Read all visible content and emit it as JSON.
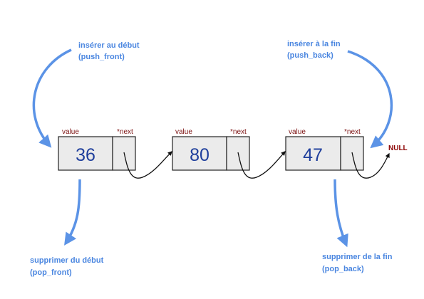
{
  "nodes": [
    {
      "value_label": "value",
      "next_label": "*next",
      "value": "36"
    },
    {
      "value_label": "value",
      "next_label": "*next",
      "value": "80"
    },
    {
      "value_label": "value",
      "next_label": "*next",
      "value": "47"
    }
  ],
  "null_label": "NULL",
  "annotations": {
    "push_front": {
      "line1": "insérer au début",
      "line2": "(push_front)"
    },
    "push_back": {
      "line1": "insérer à la fin",
      "line2": "(push_back)"
    },
    "pop_front": {
      "line1": "supprimer du début",
      "line2": "(pop_front)"
    },
    "pop_back": {
      "line1": "supprimer de la fin",
      "line2": "(pop_back)"
    }
  },
  "colors": {
    "annotation_text": "#4a86e0",
    "arrow_blue": "#5b93e6",
    "value_text": "#1f3f9c",
    "field_label": "#7b1010",
    "null_text": "#8b0000",
    "node_fill": "#ebebeb",
    "node_stroke": "#222222"
  }
}
